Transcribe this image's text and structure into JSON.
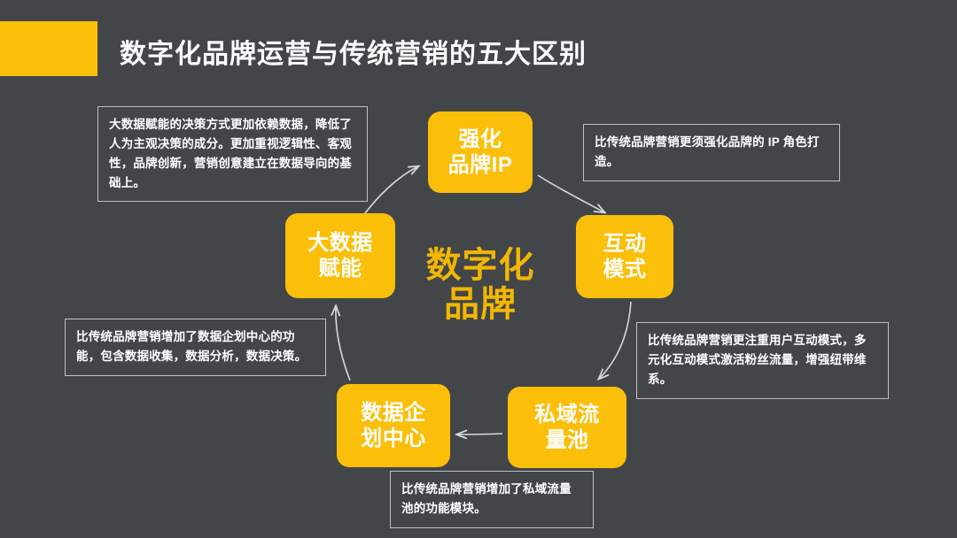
{
  "slide": {
    "background_color": "#434649",
    "accent_color": "#FBBF0A"
  },
  "header": {
    "title": "数字化品牌运营与传统营销的五大区别",
    "accent_block": "yellow-accent-block"
  },
  "diagram": {
    "center_label_line1": "数字化",
    "center_label_line2": "品牌",
    "nodes": [
      {
        "id": "qianghua",
        "line1": "强化",
        "line2": "品牌IP"
      },
      {
        "id": "dashuju",
        "line1": "大数据",
        "line2": "赋能"
      },
      {
        "id": "hudong",
        "line1": "互动",
        "line2": "模式"
      },
      {
        "id": "shuju",
        "line1": "数据企",
        "line2": "划中心"
      },
      {
        "id": "siyu",
        "line1": "私域流",
        "line2": "量池"
      }
    ],
    "callouts": [
      {
        "id": "callout-1",
        "text": "大数据赋能的决策方式更加依赖数据，降低了人为主观决策的成分。更加重视逻辑性、客观性，品牌创新，营销创意建立在数据导向的基础上。"
      },
      {
        "id": "callout-2",
        "text": "比传统品牌营销更须强化品牌的 IP 角色打造。"
      },
      {
        "id": "callout-3",
        "text": "比传统品牌营销更注重用户互动模式，多元化互动模式激活粉丝流量，增强纽带维系。"
      },
      {
        "id": "callout-4",
        "text": "比传统品牌营销增加了数据企划中心的功能，包含数据收集，数据分析，数据决策。"
      },
      {
        "id": "callout-5",
        "text": "比传统品牌营销增加了私域流量池的功能模块。"
      }
    ]
  }
}
